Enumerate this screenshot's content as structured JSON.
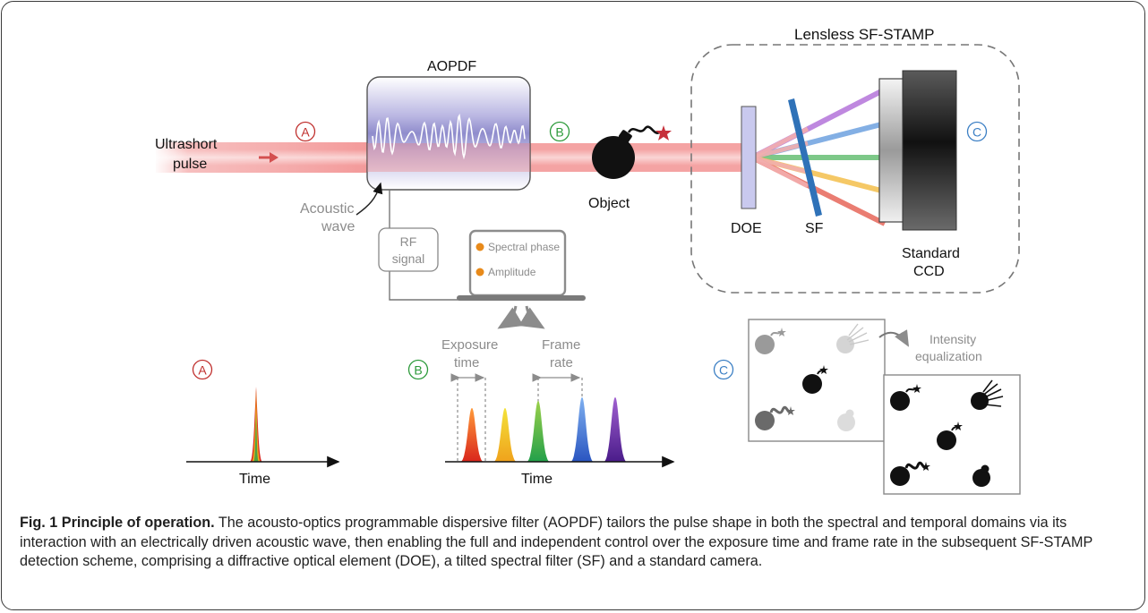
{
  "labels": {
    "ultrashort_line1": "Ultrashort",
    "ultrashort_line2": "pulse",
    "aopdf": "AOPDF",
    "acoustic_line1": "Acoustic",
    "acoustic_line2": "wave",
    "rf_line1": "RF",
    "rf_line2": "signal",
    "spectral_phase": "Spectral phase",
    "amplitude": "Amplitude",
    "object": "Object",
    "lensless": "Lensless SF-STAMP",
    "doe": "DOE",
    "sf": "SF",
    "standard_line1": "Standard",
    "standard_line2": "CCD",
    "exposure_line1": "Exposure",
    "exposure_line2": "time",
    "frame_line1": "Frame",
    "frame_line2": "rate",
    "time_left": "Time",
    "time_mid": "Time",
    "intensity_line1": "Intensity",
    "intensity_line2": "equalization"
  },
  "markers": {
    "a": "A",
    "b": "B",
    "c": "C"
  },
  "colors": {
    "marker_a": "#c0302e",
    "marker_b": "#2c9a3a",
    "marker_c": "#3b7fc4",
    "sf_filter": "#2f72b8",
    "doe_fill": "#c9c9ee",
    "orange_dot": "#e88a1a"
  },
  "caption": {
    "title": "Fig. 1 Principle of operation.",
    "text": " The acousto-optics programmable dispersive filter (AOPDF) tailors the pulse shape in both the spectral and temporal domains via its interaction with an electrically driven acoustic wave, then enabling the full and independent control over the exposure time and frame rate in the subsequent SF-STAMP detection scheme, comprising a diffractive optical element (DOE), a tilted spectral filter (SF) and a standard camera."
  }
}
